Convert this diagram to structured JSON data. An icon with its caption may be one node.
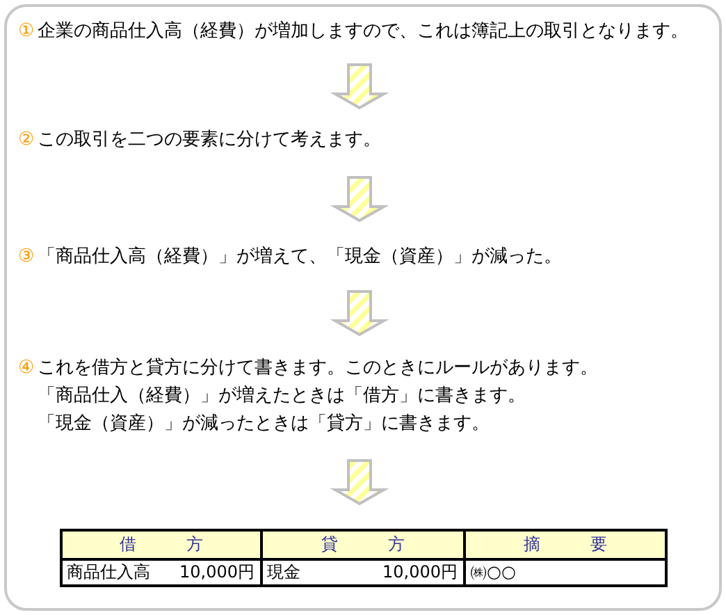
{
  "diagram": {
    "nodes": [
      {
        "text": [],
        "shape": "box"
      },
      {
        "text": [
          "①",
          "企業の商品仕入高（経費）が増加しますので、これは簿記上の取引となります。"
        ],
        "in": 0
      },
      {
        "text": [
          "②",
          "この取引を二つの要素に分けて考えます。"
        ],
        "in": 0
      },
      {
        "text": [
          "③",
          "「商品仕入高（経費）」が増えて、「現金（資産）」が減った。"
        ],
        "in": 0
      },
      {
        "text": [
          "④",
          "これを借方と貸方に分けて書きます。このときにルールがあります。",
          "「商品仕入（経費）」が増えたときは「借方」に書きます。",
          "「現金（資産）」が減ったときは「貸方」に書きます。"
        ],
        "in": 0
      },
      {
        "text": [
          "借　　　方",
          "貸　　　方",
          "摘　　　要",
          "商品仕入高",
          "10,000円",
          "現金",
          "10,000円",
          "㈱○○"
        ],
        "in": 0
      }
    ],
    "edges": [
      {
        "from": 1,
        "to": 2,
        "arrow": "to"
      },
      {
        "from": 2,
        "to": 3,
        "arrow": "to"
      },
      {
        "from": 3,
        "to": 4,
        "arrow": "to"
      },
      {
        "from": 4,
        "to": 5,
        "arrow": "to"
      }
    ]
  }
}
